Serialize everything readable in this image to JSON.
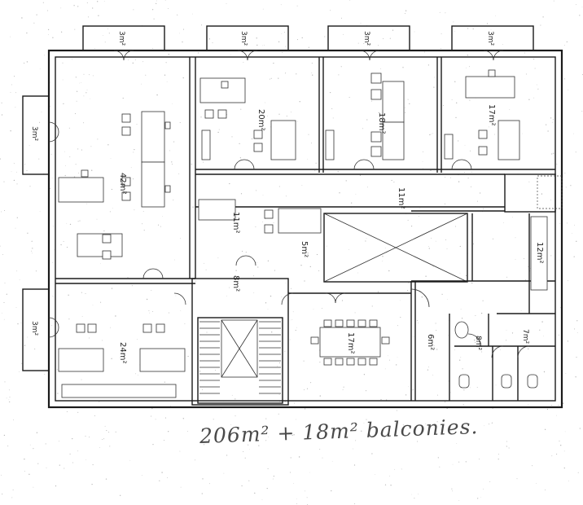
{
  "rooms": {
    "r42": "42m²",
    "r20": "20m²",
    "r18": "18m²",
    "r17top": "17m²",
    "corridor": "11m²",
    "r11": "11m²",
    "r5": "5m²",
    "r12": "12m²",
    "r8hall": "8m²",
    "r24": "24m²",
    "r17meeting": "17m²",
    "r6": "6m²",
    "r8wc": "8m²",
    "r7wc": "7m²"
  },
  "balconies": {
    "b1": "3m²",
    "b2": "3m²",
    "b3": "3m²",
    "b4": "3m²",
    "b5": "3m²",
    "b6": "3m²"
  },
  "note": "206m² + 18m² balconies."
}
